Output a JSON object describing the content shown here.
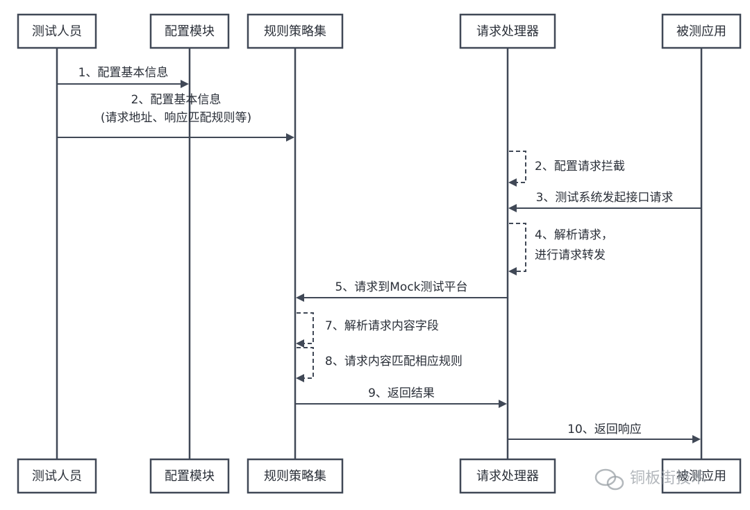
{
  "participants": [
    {
      "id": "tester",
      "label": "测试人员"
    },
    {
      "id": "config",
      "label": "配置模块"
    },
    {
      "id": "rules",
      "label": "规则策略集"
    },
    {
      "id": "handler",
      "label": "请求处理器"
    },
    {
      "id": "app",
      "label": "被测应用"
    }
  ],
  "messages": [
    {
      "from": "tester",
      "to": "config",
      "lines": [
        "1、配置基本信息"
      ]
    },
    {
      "from": "tester",
      "to": "rules",
      "lines": [
        "2、配置基本信息",
        "(请求地址、响应匹配规则等)"
      ]
    },
    {
      "from": "handler",
      "to": "handler",
      "lines": [
        "2、配置请求拦截"
      ]
    },
    {
      "from": "app",
      "to": "handler",
      "lines": [
        "3、测试系统发起接口请求"
      ]
    },
    {
      "from": "handler",
      "to": "handler",
      "lines": [
        "4、解析请求，",
        "进行请求转发"
      ]
    },
    {
      "from": "handler",
      "to": "rules",
      "lines": [
        "5、请求到Mock测试平台"
      ]
    },
    {
      "from": "rules",
      "to": "rules",
      "lines": [
        "7、解析请求内容字段"
      ]
    },
    {
      "from": "rules",
      "to": "rules",
      "lines": [
        "8、请求内容匹配相应规则"
      ]
    },
    {
      "from": "rules",
      "to": "handler",
      "lines": [
        "9、返回结果"
      ]
    },
    {
      "from": "handler",
      "to": "app",
      "lines": [
        "10、返回响应"
      ]
    }
  ],
  "watermark": "铜板街技术"
}
